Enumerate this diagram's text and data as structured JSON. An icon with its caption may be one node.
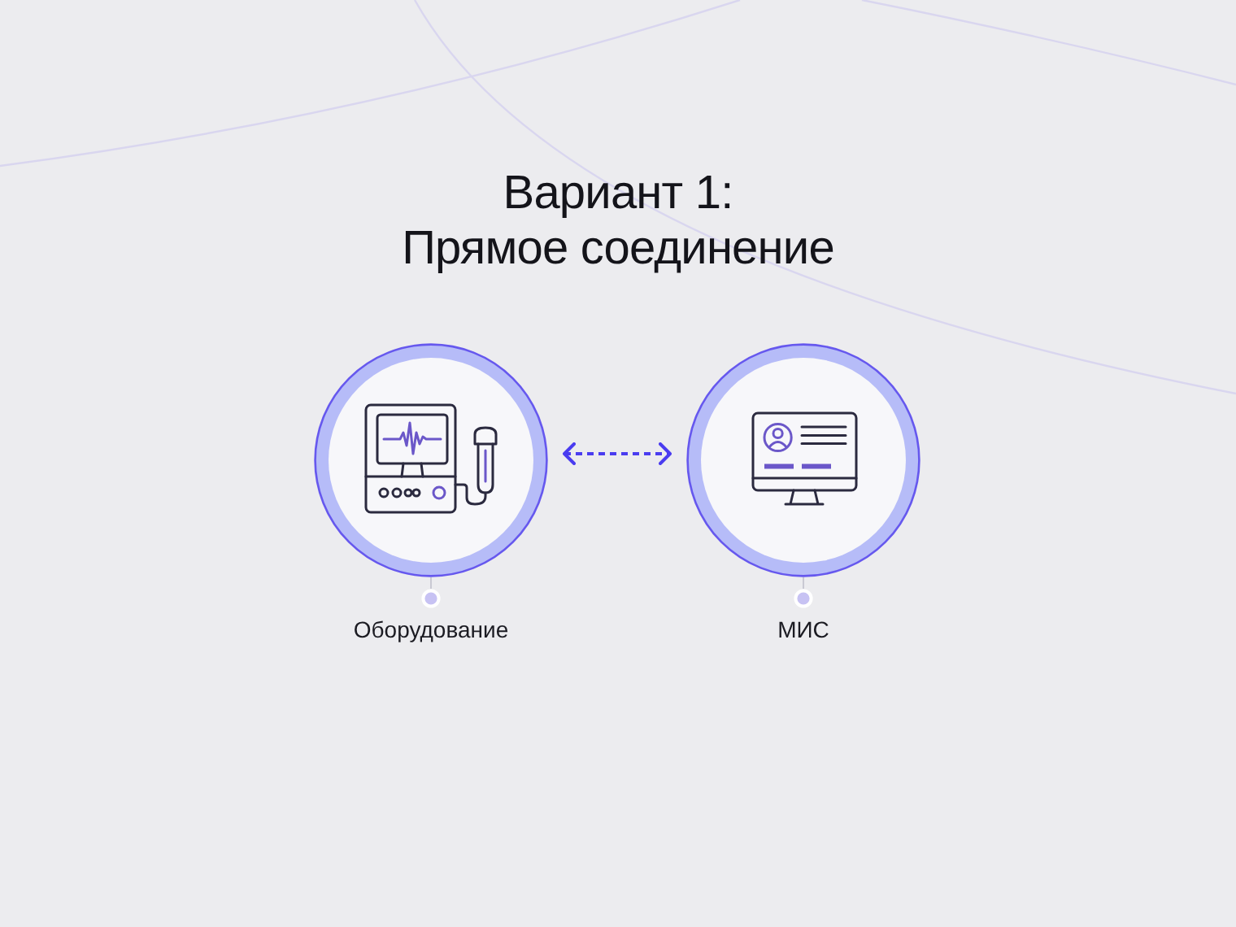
{
  "diagram": {
    "title": "Вариант 1: Прямое соединение",
    "nodes": [
      {
        "text": [
          "Оборудование"
        ]
      },
      {
        "text": [
          "МИС"
        ]
      }
    ],
    "edges": [
      {
        "from": 0,
        "to": 1,
        "arrow": "both",
        "style": "dashed"
      }
    ]
  }
}
